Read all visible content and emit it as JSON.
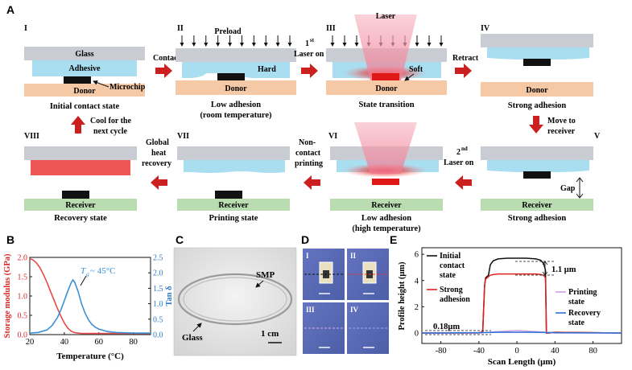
{
  "colors": {
    "glass": "#c9ccd3",
    "adhesive": "#a8def0",
    "adhesive_text_box": "#bfe8f5",
    "donor": "#f6c9a6",
    "receiver": "#b9ddb0",
    "chip": "#111111",
    "arrow_red": "#cc1f1f",
    "laser": "#f3a9b8",
    "hot_red": "#e82222",
    "recovery_red": "#ee5555",
    "storage_line": "#e84a4a",
    "tan_line": "#3a8fd6",
    "photo_blue": "#5a6db8"
  },
  "panels": {
    "A": "A",
    "B": "B",
    "C": "C",
    "D": "D",
    "E": "E"
  },
  "stages": [
    {
      "numeral": "I",
      "caption": "Initial contact state"
    },
    {
      "numeral": "II",
      "caption": "Low adhesion",
      "caption2": "(room temperature)"
    },
    {
      "numeral": "III",
      "caption": "State transition"
    },
    {
      "numeral": "IV",
      "caption": "Strong adhesion"
    },
    {
      "numeral": "V",
      "caption": "Strong adhesion"
    },
    {
      "numeral": "VI",
      "caption": "Low adhesion",
      "caption2": "(high temperature)"
    },
    {
      "numeral": "VII",
      "caption": "Printing state"
    },
    {
      "numeral": "VIII",
      "caption": "Recovery state"
    }
  ],
  "labels": {
    "glass": "Glass",
    "adhesive": "Adhesive",
    "donor": "Donor",
    "microchip": "Microchip",
    "preload": "Preload",
    "hard": "Hard",
    "soft": "Soft",
    "laser": "Laser",
    "receiver": "Receiver",
    "gap": "Gap"
  },
  "transitions": {
    "contact": "Contact",
    "laser_on_1_sup": "st",
    "laser_on_1_num": "1",
    "laser_on_1": "Laser on",
    "retract": "Retract",
    "move_1": "Move to",
    "move_2": "receiver",
    "laser_on_2_num": "2",
    "laser_on_2_sup": "nd",
    "laser_on_2": "Laser on",
    "noncontact_1": "Non-",
    "noncontact_2": "contact",
    "noncontact_3": "printing",
    "global_1": "Global",
    "global_2": "heat",
    "global_3": "recovery",
    "cool_1": "Cool for the",
    "cool_2": "next cycle"
  },
  "chart_b": {
    "type": "line",
    "xlabel": "Temperature (°C)",
    "ylabel_left": "Storage modulus (GPa)",
    "ylabel_right": "Tan δ",
    "annotation_T": "T",
    "annotation_sub": "g",
    "annotation_rest": " ~ 45°C",
    "xlim": [
      20,
      90
    ],
    "ylim_left": [
      0,
      2.0
    ],
    "ylim_right": [
      0,
      2.5
    ],
    "x_ticks": [
      "20",
      "40",
      "60",
      "80"
    ],
    "y_left_ticks": [
      "0.0",
      "0.5",
      "1.0",
      "1.5",
      "2.0"
    ],
    "y_right_ticks": [
      "0.0",
      "0.5",
      "1.0",
      "1.5",
      "2.0",
      "2.5"
    ],
    "series": [
      {
        "x": [
          20,
          22,
          24,
          26,
          28,
          30,
          32,
          34,
          36,
          38,
          40,
          42,
          44,
          46,
          48,
          50,
          55,
          60,
          65,
          70,
          75,
          80,
          85,
          90
        ],
        "y": [
          1.97,
          1.93,
          1.85,
          1.72,
          1.55,
          1.35,
          1.12,
          0.9,
          0.68,
          0.48,
          0.3,
          0.17,
          0.09,
          0.05,
          0.04,
          0.03,
          0.03,
          0.03,
          0.03,
          0.03,
          0.03,
          0.03,
          0.03,
          0.03
        ]
      },
      {
        "x": [
          20,
          25,
          30,
          33,
          36,
          38,
          40,
          42,
          44,
          45,
          46,
          48,
          50,
          52,
          54,
          56,
          58,
          60,
          65,
          70,
          75,
          80,
          85,
          90
        ],
        "y": [
          0.05,
          0.07,
          0.15,
          0.3,
          0.55,
          0.8,
          1.1,
          1.4,
          1.68,
          1.77,
          1.7,
          1.4,
          1.0,
          0.7,
          0.48,
          0.33,
          0.24,
          0.18,
          0.1,
          0.07,
          0.06,
          0.05,
          0.05,
          0.05
        ]
      }
    ]
  },
  "photo_c": {
    "label_smp": "SMP",
    "label_glass": "Glass",
    "scale": "1 cm"
  },
  "photo_d": {
    "tiles": [
      "I",
      "II",
      "III",
      "IV"
    ]
  },
  "chart_e": {
    "type": "line",
    "xlabel": "Scan Length (μm)",
    "ylabel": "Profile height (μm)",
    "xlim": [
      -100,
      110
    ],
    "ylim": [
      -0.8,
      6.5
    ],
    "x_ticks": [
      "-80",
      "-40",
      "0",
      "40",
      "80"
    ],
    "y_ticks": [
      "0",
      "2",
      "4",
      "6"
    ],
    "annotation_top": "1.1 μm",
    "annotation_bottom": "0.18μm",
    "legend": [
      "Initial contact state",
      "Strong adhesion",
      "Printing state",
      "Recovery state"
    ],
    "legend_lines": [
      [
        "Initial",
        "contact",
        "state"
      ],
      [
        "Strong",
        "adhesion"
      ],
      [
        "Printing",
        "state"
      ],
      [
        "Recovery",
        "state"
      ]
    ],
    "series": [
      {
        "x": [
          -100,
          -40,
          -36,
          -34,
          -33,
          -30,
          -28,
          -25,
          -20,
          -10,
          0,
          10,
          20,
          25,
          28,
          30,
          31,
          34,
          40,
          110
        ],
        "y": [
          0,
          0,
          0.1,
          3.6,
          4.2,
          4.4,
          5.2,
          5.5,
          5.65,
          5.7,
          5.7,
          5.7,
          5.65,
          5.55,
          5.3,
          4.8,
          0,
          0,
          0.05,
          0
        ]
      },
      {
        "x": [
          -100,
          -40,
          -36,
          -34,
          -33,
          -30,
          -28,
          -25,
          -20,
          -10,
          0,
          10,
          20,
          25,
          28,
          30,
          31,
          34,
          40,
          110
        ],
        "y": [
          0,
          0,
          0.1,
          3.6,
          4.1,
          4.3,
          4.4,
          4.45,
          4.5,
          4.5,
          4.5,
          4.5,
          4.5,
          4.45,
          4.4,
          4.2,
          0,
          0,
          0.05,
          0
        ]
      },
      {
        "x": [
          -100,
          -40,
          -20,
          0,
          20,
          40,
          110
        ],
        "y": [
          0,
          0,
          0.1,
          0.18,
          0.1,
          0,
          0
        ]
      },
      {
        "x": [
          -100,
          -40,
          -20,
          0,
          20,
          40,
          110
        ],
        "y": [
          0,
          0.02,
          0.05,
          0.05,
          0.05,
          0.02,
          0
        ]
      }
    ]
  }
}
